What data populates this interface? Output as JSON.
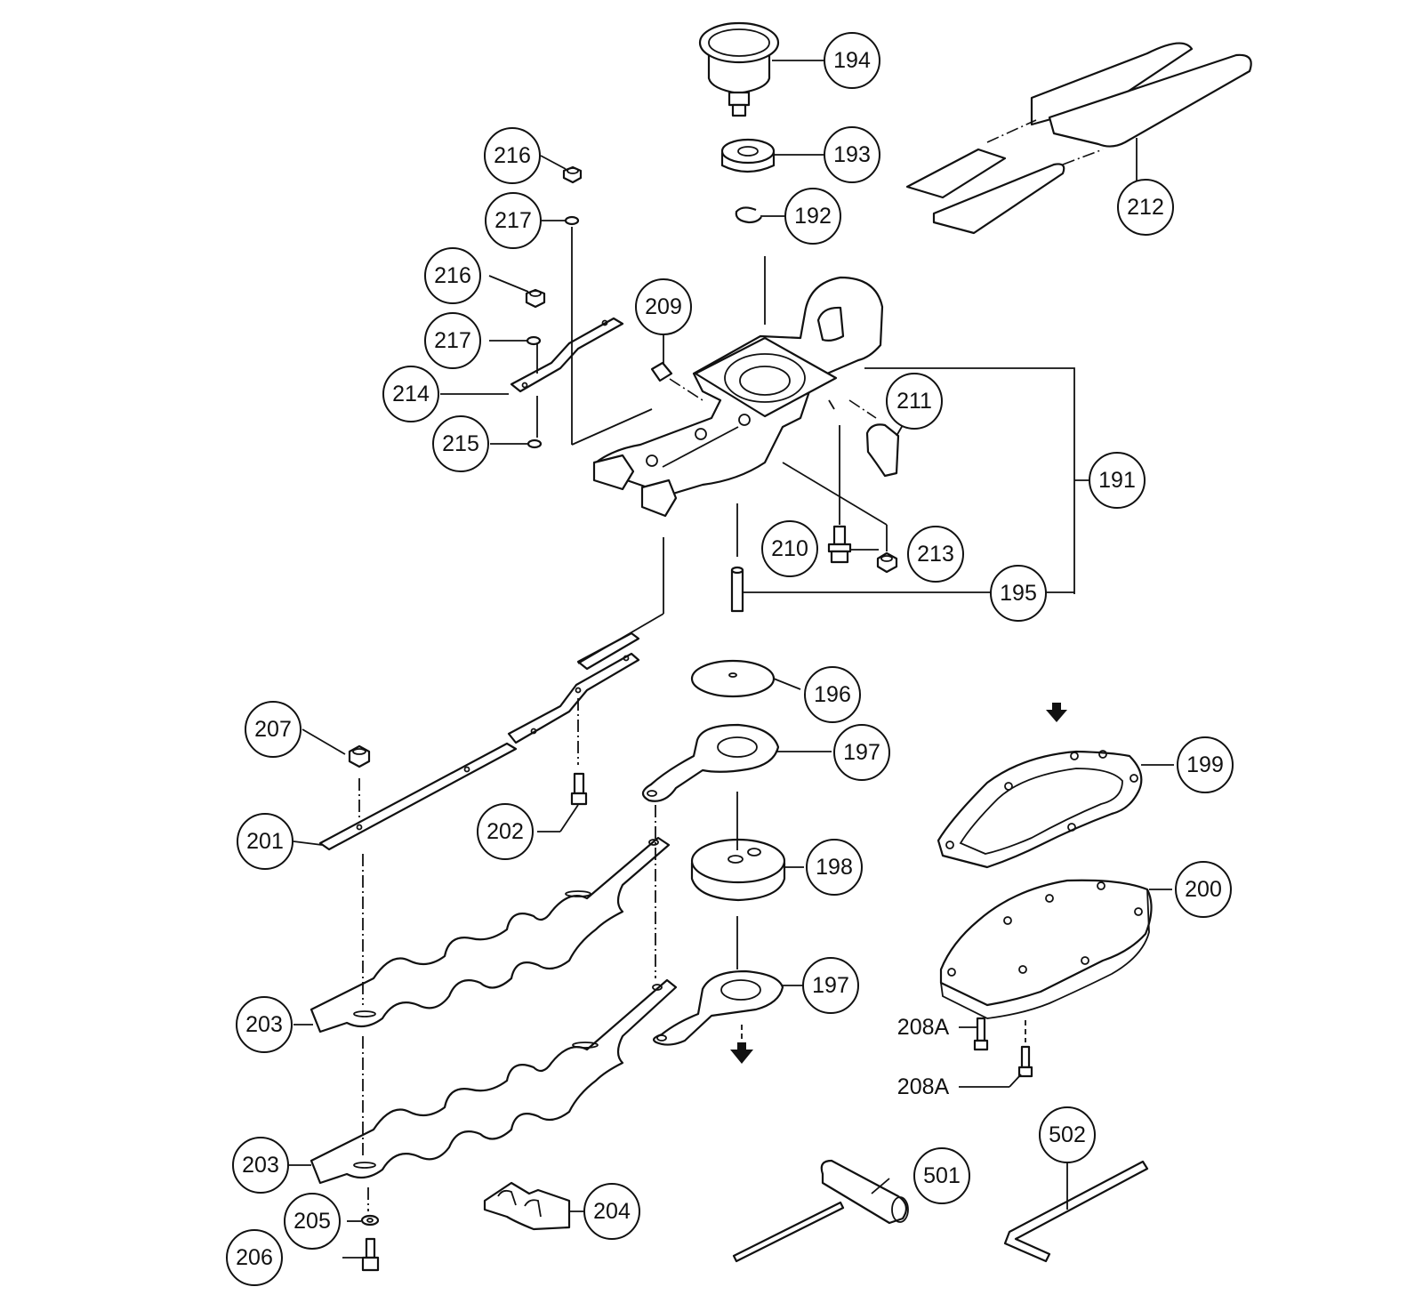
{
  "diagram": {
    "callouts": [
      {
        "id": "c194",
        "label": "194"
      },
      {
        "id": "c193",
        "label": "193"
      },
      {
        "id": "c192",
        "label": "192"
      },
      {
        "id": "c212",
        "label": "212"
      },
      {
        "id": "c216a",
        "label": "216"
      },
      {
        "id": "c217a",
        "label": "217"
      },
      {
        "id": "c216b",
        "label": "216"
      },
      {
        "id": "c217b",
        "label": "217"
      },
      {
        "id": "c214",
        "label": "214"
      },
      {
        "id": "c215",
        "label": "215"
      },
      {
        "id": "c209",
        "label": "209"
      },
      {
        "id": "c211",
        "label": "211"
      },
      {
        "id": "c191",
        "label": "191"
      },
      {
        "id": "c210",
        "label": "210"
      },
      {
        "id": "c213",
        "label": "213"
      },
      {
        "id": "c195",
        "label": "195"
      },
      {
        "id": "c196",
        "label": "196"
      },
      {
        "id": "c197a",
        "label": "197"
      },
      {
        "id": "c198",
        "label": "198"
      },
      {
        "id": "c197b",
        "label": "197"
      },
      {
        "id": "c199",
        "label": "199"
      },
      {
        "id": "c200",
        "label": "200"
      },
      {
        "id": "c207",
        "label": "207"
      },
      {
        "id": "c201",
        "label": "201"
      },
      {
        "id": "c202",
        "label": "202"
      },
      {
        "id": "c203a",
        "label": "203"
      },
      {
        "id": "c203b",
        "label": "203"
      },
      {
        "id": "c204",
        "label": "204"
      },
      {
        "id": "c205",
        "label": "205"
      },
      {
        "id": "c206",
        "label": "206"
      },
      {
        "id": "c501",
        "label": "501"
      },
      {
        "id": "c502",
        "label": "502"
      }
    ],
    "plain_labels": [
      {
        "id": "l208a1",
        "label": "208A"
      },
      {
        "id": "l208a2",
        "label": "208A"
      }
    ]
  }
}
